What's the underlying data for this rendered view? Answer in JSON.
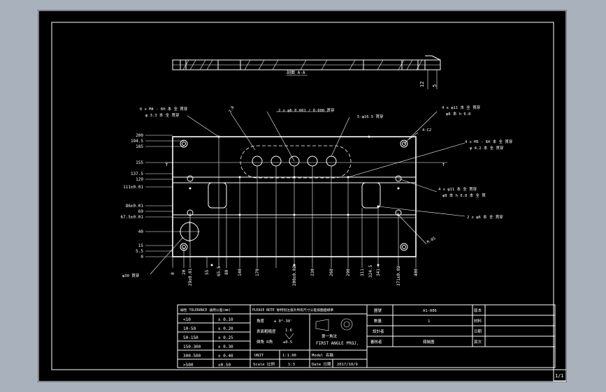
{
  "section": {
    "label": "剖面 A-A",
    "dims": [
      "12",
      "5"
    ]
  },
  "callouts": {
    "c1": "6 x M4 - 6H 本 全 貫穿",
    "c1b": "φ 3.3 本 全 貫穿",
    "c2": "2.8",
    "c3": "2 x φ6 0.001 / 0.000 貫穿",
    "c4": "5-φ16.5 貫穿",
    "c5": "4 x φ11 本 全 貫穿",
    "c5b": "φ8 本 h 6.8",
    "c6": "4-C2",
    "c7": "4 x M5 - 6H 本 全 貫穿",
    "c7b": "φ 4.2 本 全 貫穿",
    "c8": "4 x φ11 本 全 貫穿",
    "c8b": "φ8 本 h 6.8 本 全 貫",
    "c9": "2 x φ6 本 全 貫穿",
    "c10": "R-05",
    "c11": "φ30 貫穿"
  },
  "vdims": [
    "200",
    "194.5",
    "185",
    "155",
    "137.5",
    "129",
    "111±0.01",
    "86±0.01",
    "69",
    "67.5±0.01",
    "40",
    "15",
    "5.5",
    "0"
  ],
  "hdims": [
    "0",
    "20",
    "29±0.01",
    "55",
    "65.5",
    "80",
    "140",
    "170",
    "200±0.02",
    "230",
    "260",
    "290",
    "311",
    "324.5",
    "341",
    "371±0.02",
    "400"
  ],
  "title_block": {
    "tol_header": "線性 TOLERANCE 通用公差(mm)",
    "tol_rows": [
      [
        "<10",
        "± 0.10"
      ],
      [
        "10-50",
        "± 0.20"
      ],
      [
        "50-150",
        "± 0.25"
      ],
      [
        "150-300",
        "± 0.30"
      ],
      [
        "300-500",
        "± 0.40"
      ],
      [
        ">500",
        "±0.50"
      ]
    ],
    "note_header": "PLEASE NOTE 除特別注意外所有尺寸公差按圖面標準",
    "angle_label": "角度",
    "angle_val": "± 0°-30'",
    "rough_label": "表面粗糙度",
    "rough_val": "1.6",
    "mark_label": "倒角 R角",
    "mark_val": "±0.5",
    "unit_label": "UNIT",
    "unit_val": "1:1.00",
    "unit2_label": "Model 名稱",
    "scale_label": "Scale 比例",
    "scale_val": "1:3",
    "date_label": "Date 日期",
    "date_val": "2017/10/9",
    "proj_label": "第一角法",
    "proj_text": "FIRST ANGLE PROJ.",
    "r_rows": [
      [
        "圖號",
        "A1-006",
        "版本"
      ],
      [
        "數量",
        "1",
        "材料"
      ],
      [
        "設計者",
        "",
        "日期"
      ],
      [
        "審核者",
        "總裝圖",
        "頁次"
      ]
    ]
  },
  "page_label": "1/1"
}
